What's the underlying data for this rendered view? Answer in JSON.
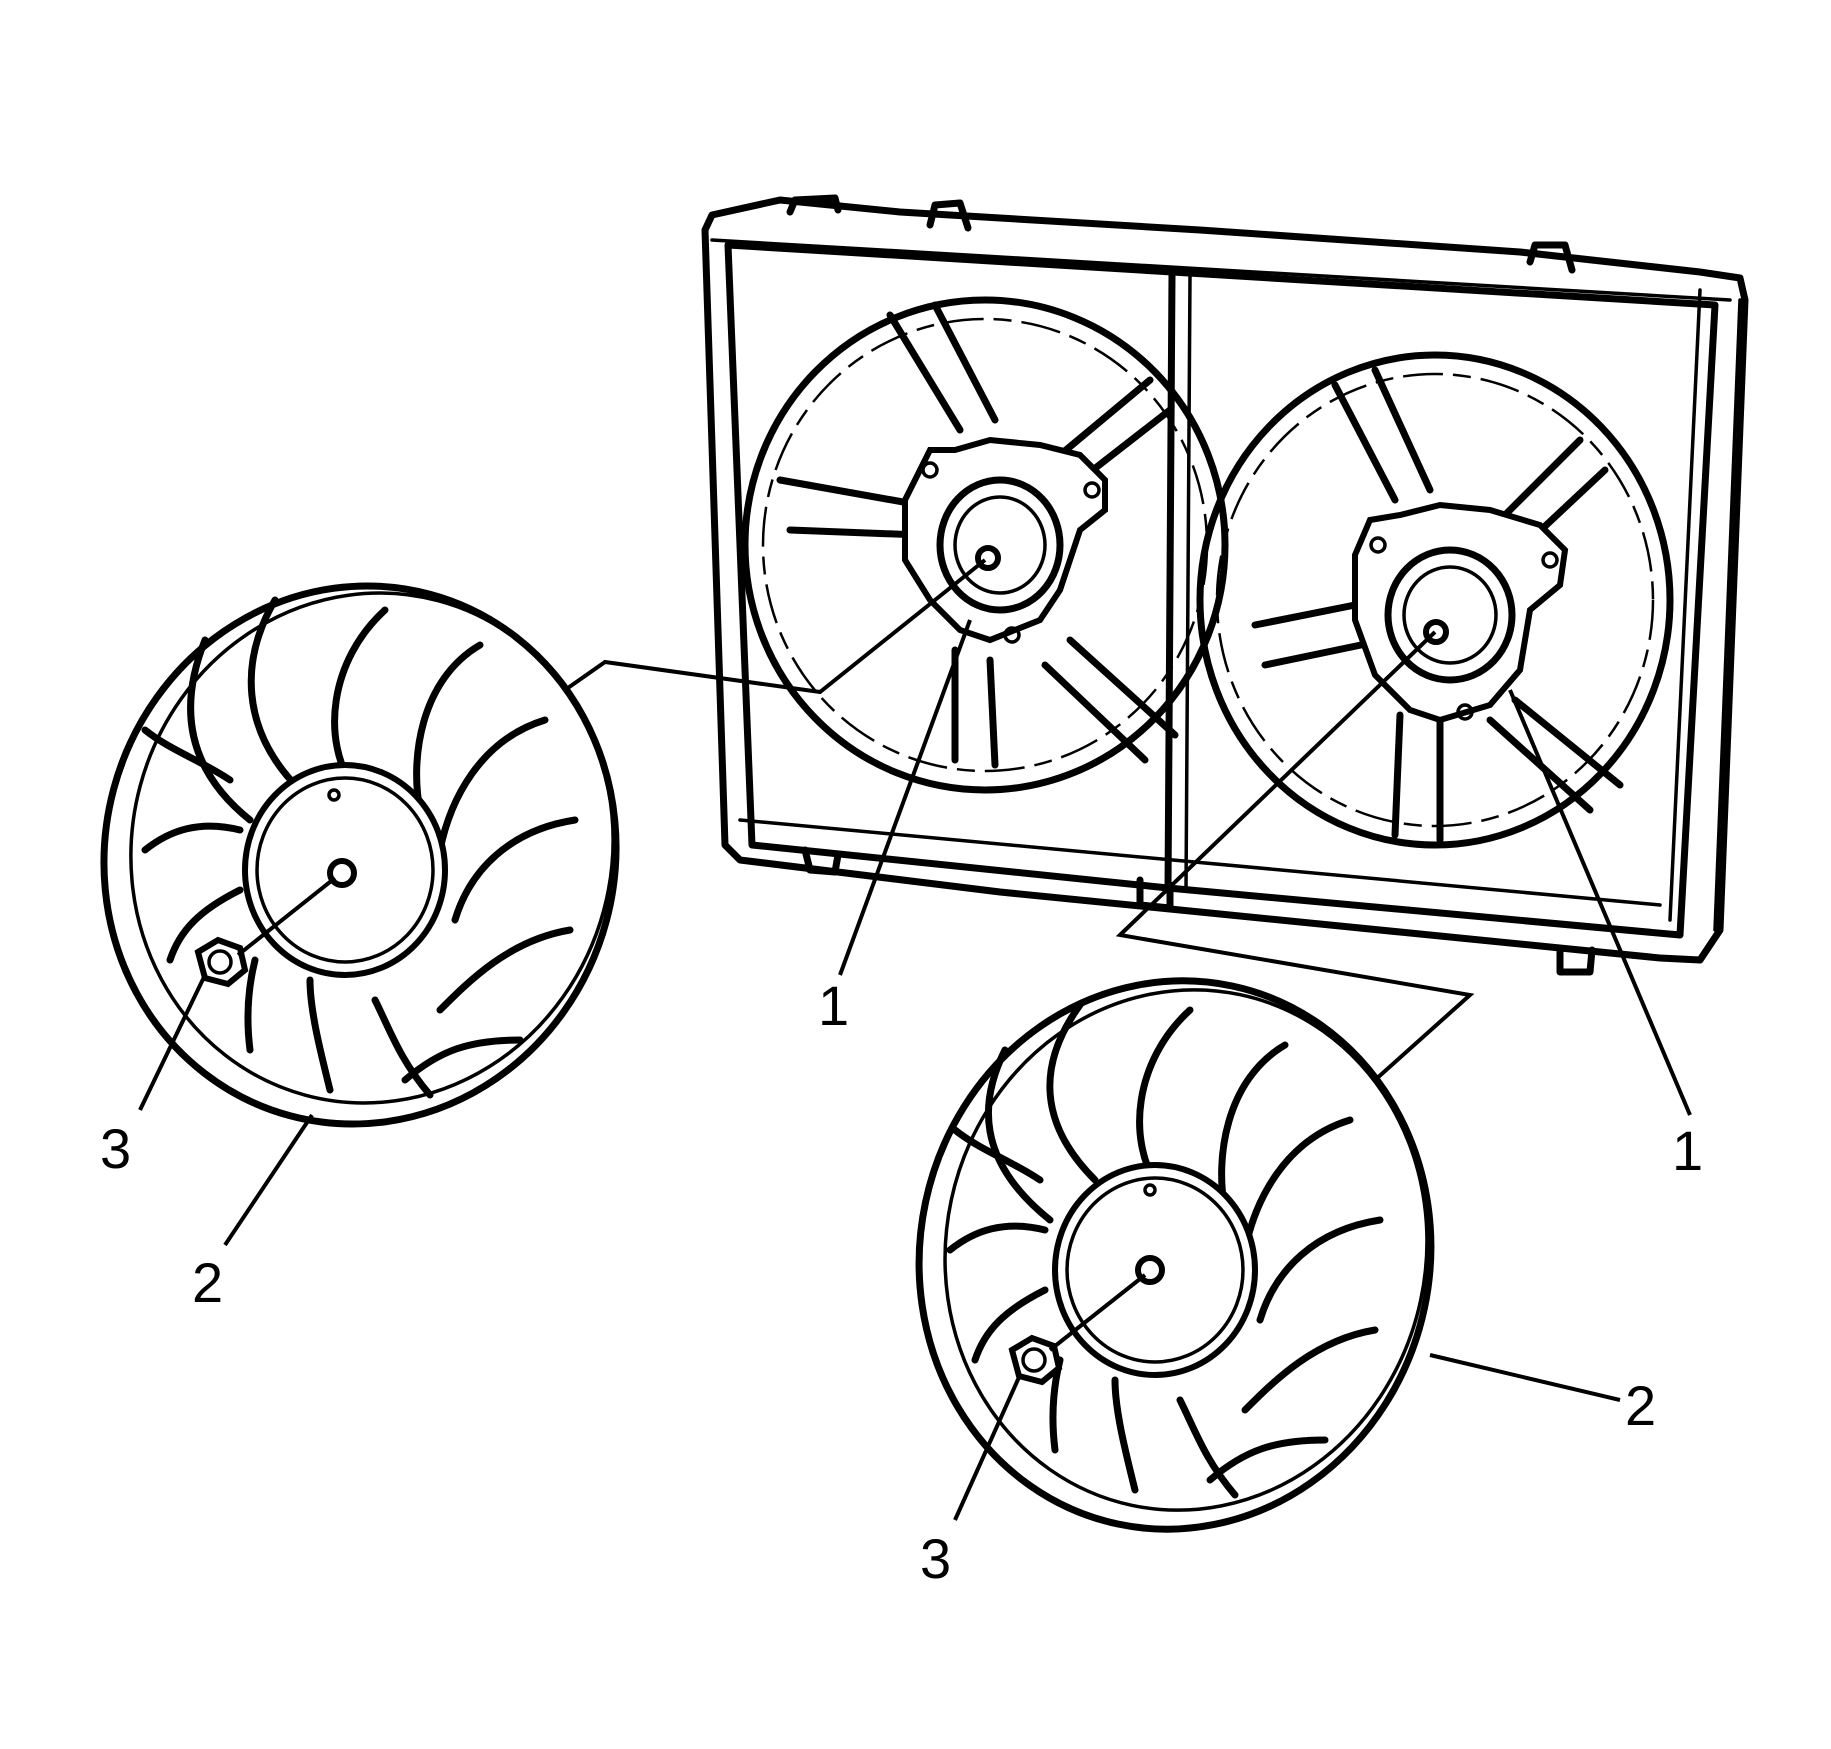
{
  "diagram": {
    "callouts": [
      {
        "id": "c1a",
        "label": "1"
      },
      {
        "id": "c1b",
        "label": "1"
      },
      {
        "id": "c2a",
        "label": "2"
      },
      {
        "id": "c2b",
        "label": "2"
      },
      {
        "id": "c3a",
        "label": "3"
      },
      {
        "id": "c3b",
        "label": "3"
      }
    ]
  },
  "colors": {
    "line": "#000000",
    "background": "#ffffff"
  }
}
